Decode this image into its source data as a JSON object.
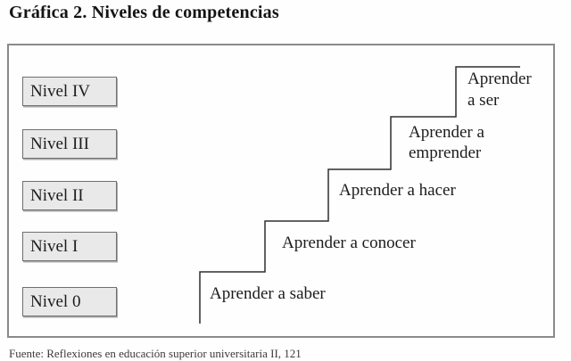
{
  "title": "Gráfica 2. Niveles de competencias",
  "caption": "Fuente: Reflexiones en educación superior universitaria II, 121",
  "diagram": {
    "levels": [
      {
        "label": "Nivel IV"
      },
      {
        "label": "Nivel III"
      },
      {
        "label": "Nivel II"
      },
      {
        "label": "Nivel I"
      },
      {
        "label": "Nivel 0"
      }
    ],
    "steps": [
      {
        "label": "Aprender a saber"
      },
      {
        "label": "Aprender a conocer"
      },
      {
        "label": "Aprender a hacer"
      },
      {
        "label": "Aprender a\nemprender"
      },
      {
        "label": "Aprender\na ser"
      }
    ],
    "colors": {
      "box_fill": "#e9e9e9",
      "box_border": "#6f6f6f",
      "frame_border": "#8a8a8a",
      "stair_line": "#2f2f2f",
      "text": "#1c1c1c"
    }
  }
}
